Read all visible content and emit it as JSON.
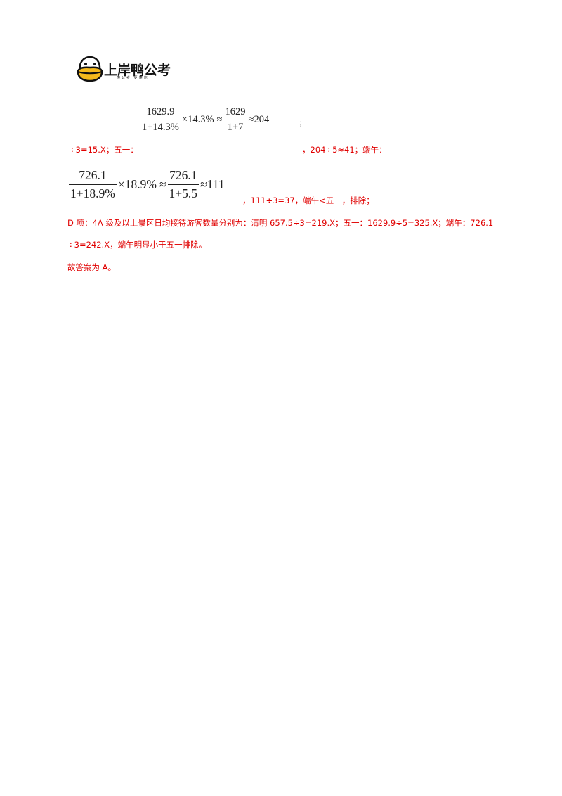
{
  "header": {
    "brand_name": "上岸鸭公考",
    "brand_slogan": "懂公考 更懂你"
  },
  "formula1": {
    "frac1_num": "1629.9",
    "frac1_den": "1+14.3%",
    "times_term": "×14.3%",
    "approx": "≈",
    "frac2_num": "1629",
    "frac2_den": "1+7",
    "result": "≈204",
    "trail": "；"
  },
  "line_c_prefix": "÷3=15.X；五一：",
  "line_c_suffix": "，204÷5≈41；端午：",
  "formula2": {
    "frac1_num": "726.1",
    "frac1_den": "1+18.9%",
    "times_term": "×18.9%",
    "approx": "≈",
    "frac2_num": "726.1",
    "frac2_den": "1+5.5",
    "result": "≈111"
  },
  "line_c_end": "，111÷3=37，端午<五一，排除；",
  "option_d_line1": "D 项：4A 级及以上景区日均接待游客数量分别为：清明 657.5÷3=219.X；五一：1629.9÷5=325.X；端午：726.1",
  "option_d_line2": "÷3=242.X，端午明显小于五一排除。",
  "answer": "故答案为 A。",
  "colors": {
    "answer_text": "#e00000",
    "formula_text": "#222222",
    "duck_yellow": "#f5b91c"
  }
}
